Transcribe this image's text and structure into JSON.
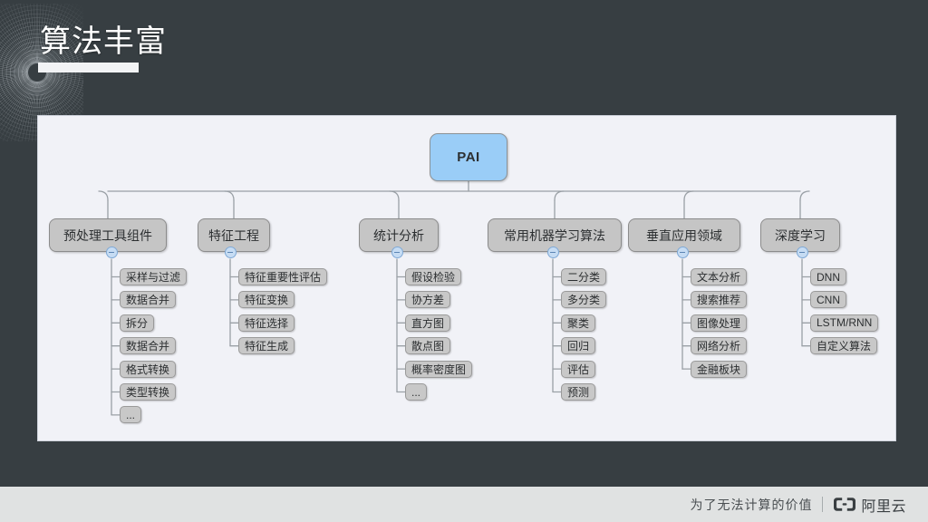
{
  "slide": {
    "title": "算法丰富",
    "background_color": "#373E42",
    "panel_color": "#F1F2F7"
  },
  "footer": {
    "slogan": "为了无法计算的价值",
    "brand_name": "阿里云",
    "logo_icon": "alibaba-cloud-logo-icon",
    "background_color": "#E0E2E2"
  },
  "mindmap": {
    "root": {
      "label": "PAI",
      "color": "#9ACDF7"
    },
    "toggle_icon": "collapse-minus-icon",
    "branches": [
      {
        "label": "预处理工具组件",
        "children": [
          "采样与过滤",
          "数据合并",
          "拆分",
          "数据合并",
          "格式转换",
          "类型转换",
          "..."
        ]
      },
      {
        "label": "特征工程",
        "children": [
          "特征重要性评估",
          "特征变换",
          "特征选择",
          "特征生成"
        ]
      },
      {
        "label": "统计分析",
        "children": [
          "假设检验",
          "协方差",
          "直方图",
          "散点图",
          "概率密度图",
          "..."
        ]
      },
      {
        "label": "常用机器学习算法",
        "children": [
          "二分类",
          "多分类",
          "聚类",
          "回归",
          "评估",
          "预测"
        ]
      },
      {
        "label": "垂直应用领域",
        "children": [
          "文本分析",
          "搜索推荐",
          "图像处理",
          "网络分析",
          "金融板块"
        ]
      },
      {
        "label": "深度学习",
        "children": [
          "DNN",
          "CNN",
          "LSTM/RNN",
          "自定义算法"
        ]
      }
    ]
  }
}
